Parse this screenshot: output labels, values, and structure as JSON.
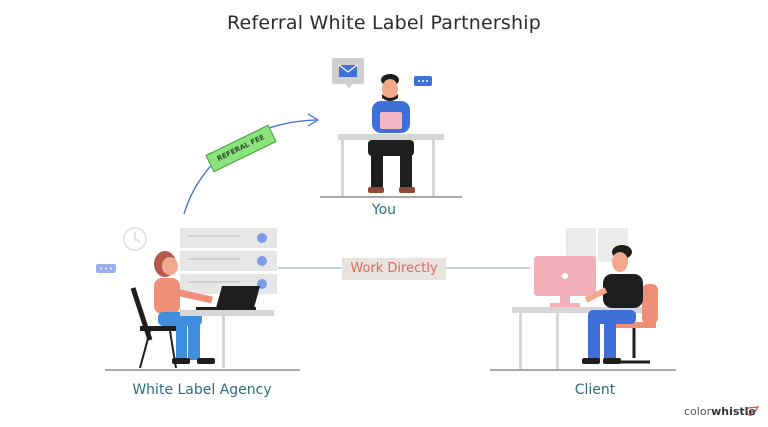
{
  "title": "Referral White Label Partnership",
  "nodes": {
    "you": "You",
    "agency": "White Label Agency",
    "client": "Client"
  },
  "connections": {
    "work_directly": "Work Directly",
    "referral_fee": "REFERAL FEE"
  },
  "brand": {
    "part1": "color",
    "part2": "whistle"
  },
  "colors": {
    "label_text": "#2d6e84",
    "work_text": "#d86a5c",
    "fee_tag": "#8be37e",
    "arrow": "#3f6fd8"
  }
}
